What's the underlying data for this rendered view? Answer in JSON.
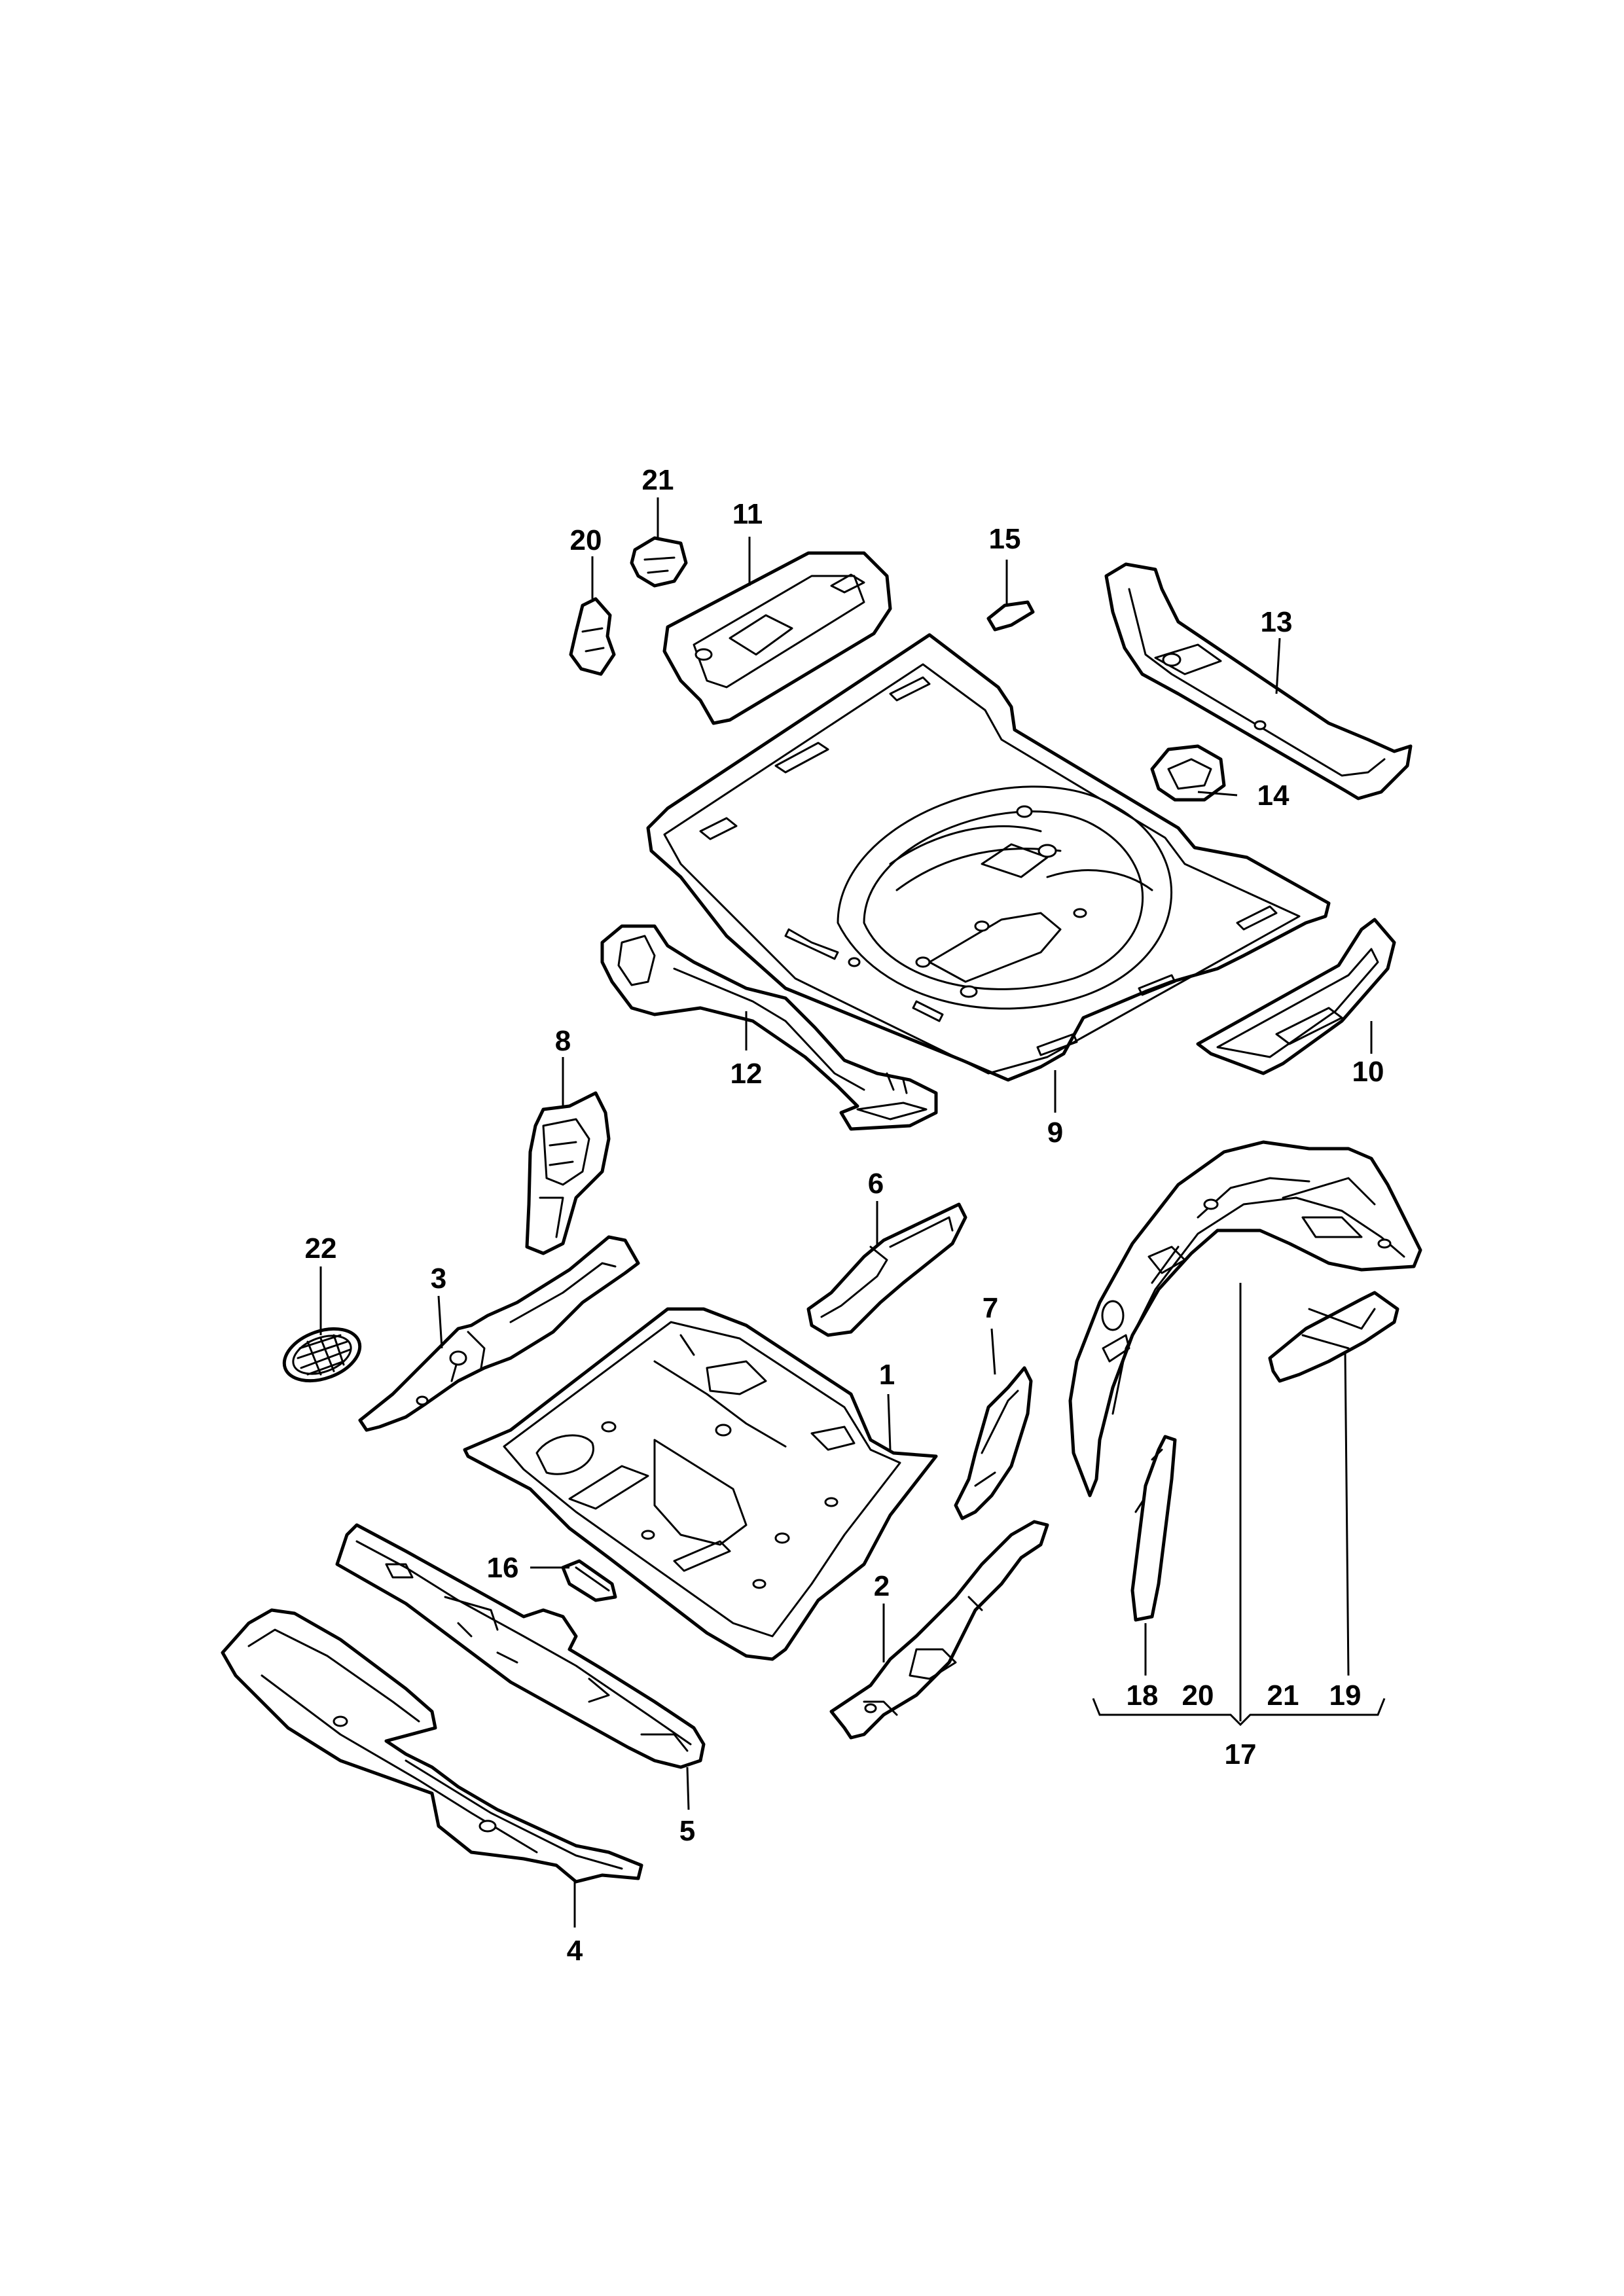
{
  "callouts": {
    "p1": "1",
    "p2": "2",
    "p3": "3",
    "p4": "4",
    "p5": "5",
    "p6": "6",
    "p7": "7",
    "p8": "8",
    "p9": "9",
    "p10": "10",
    "p11": "11",
    "p12": "12",
    "p13": "13",
    "p14": "14",
    "p15": "15",
    "p16": "16",
    "p17": "17",
    "p18": "18",
    "p19": "19",
    "p20": "20",
    "p21": "21",
    "p22": "22",
    "p20b": "20",
    "p21b": "21"
  }
}
